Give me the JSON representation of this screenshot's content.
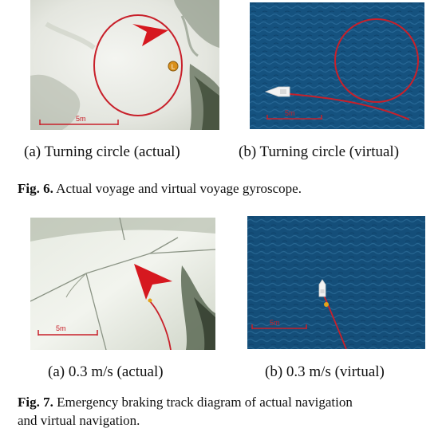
{
  "figure6": {
    "panel_a": {
      "caption": "(a) Turning circle (actual)",
      "scale_label": "5m",
      "marker_label": "L"
    },
    "panel_b": {
      "caption": "(b) Turning circle (virtual)",
      "scale_label": "5m"
    },
    "caption_label": "Fig. 6.",
    "caption_text": "Actual voyage and virtual voyage gyroscope."
  },
  "figure7": {
    "panel_a": {
      "caption": "(a) 0.3 m/s (actual)",
      "scale_label": "5m"
    },
    "panel_b": {
      "caption": "(b) 0.3 m/s (virtual)",
      "scale_label": "5m"
    },
    "caption_label": "Fig. 7.",
    "caption_line1": "Emergency braking track diagram of actual navigation",
    "caption_line2": "and virtual navigation."
  },
  "colors": {
    "track_red": "#c8202a",
    "arrow_red": "#d6181f",
    "sea_blue": "#134f7c",
    "marker_orange": "#e3a21a"
  }
}
